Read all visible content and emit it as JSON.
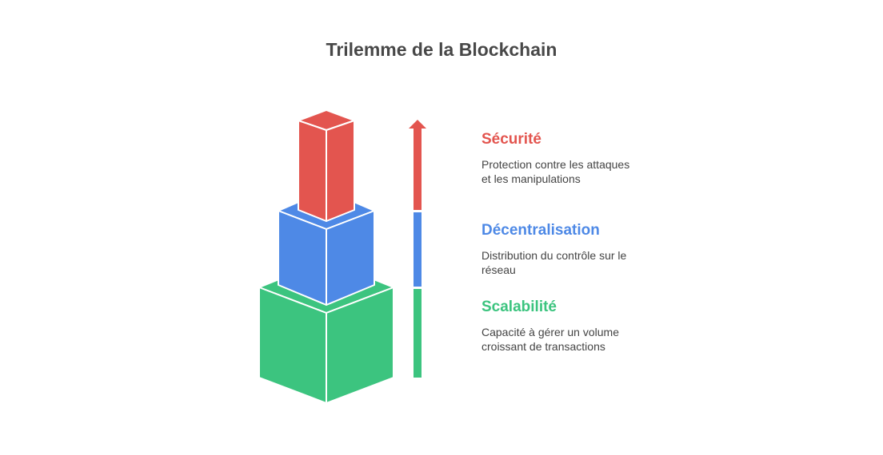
{
  "title": "Trilemme de la Blockchain",
  "colors": {
    "security": "#e3554f",
    "decentralization": "#4e89e6",
    "scalability": "#3cc47f"
  },
  "levels": [
    {
      "heading": "Sécurité",
      "description": "Protection contre les attaques et les manipulations",
      "color": "#e3554f"
    },
    {
      "heading": "Décentralisation",
      "description": "Distribution du contrôle sur le réseau",
      "color": "#4e89e6"
    },
    {
      "heading": "Scalabilité",
      "description": "Capacité à gérer un volume croissant de transactions",
      "color": "#3cc47f"
    }
  ]
}
